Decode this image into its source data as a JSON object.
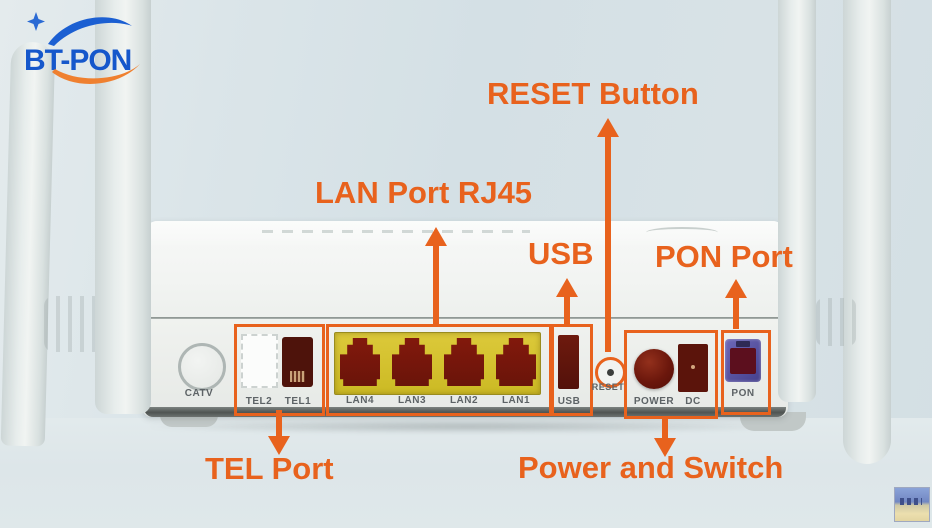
{
  "brand": {
    "logo_text": "BT-PON"
  },
  "callouts": {
    "reset": "RESET Button",
    "lan": "LAN Port RJ45",
    "usb": "USB",
    "pon": "PON Port",
    "tel": "TEL Port",
    "power": "Power and Switch"
  },
  "device_labels": {
    "catv": "CATV",
    "tel2": "TEL2",
    "tel1": "TEL1",
    "lan_ports": [
      "LAN4",
      "LAN3",
      "LAN2",
      "LAN1"
    ],
    "usb": "USB",
    "reset": "RESET",
    "power": "POWER",
    "dc": "DC",
    "pon": "PON"
  },
  "colors": {
    "callout_orange": "#E8621D",
    "logo_blue": "#1557CB",
    "logo_orange": "#EF8030",
    "lan_yellow": "#D3C02A",
    "port_maroon": "#6B170C",
    "pon_purple": "#4E4896"
  }
}
